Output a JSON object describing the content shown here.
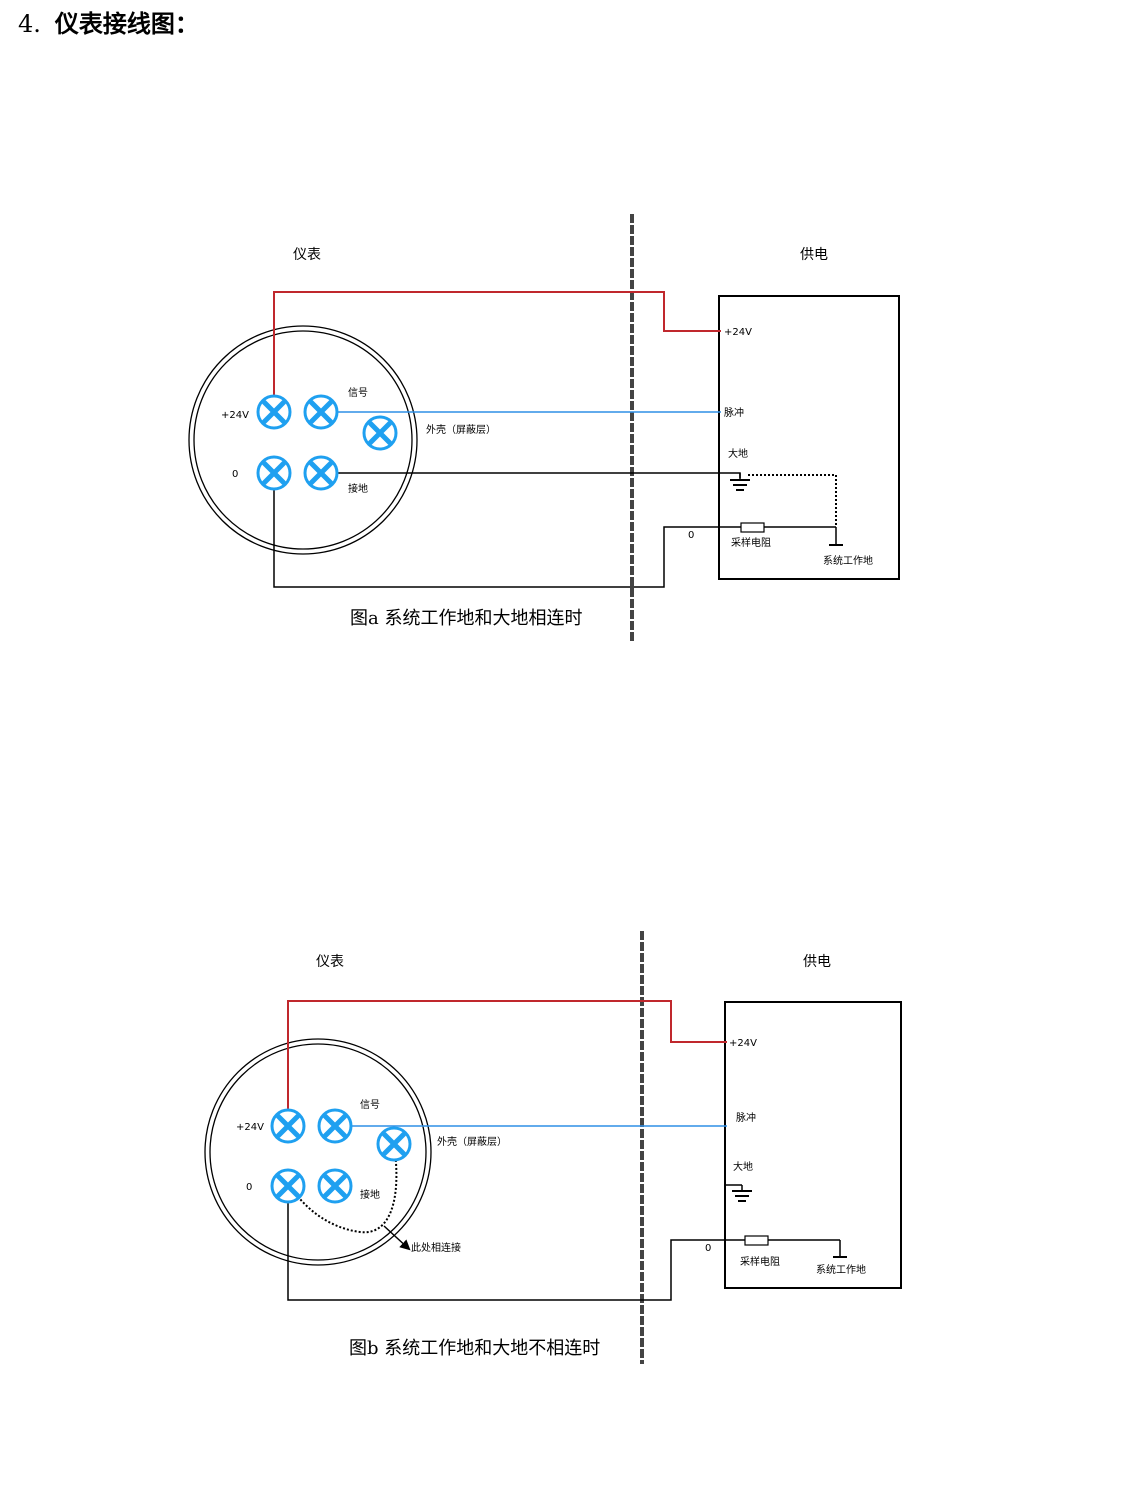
{
  "heading": {
    "number": "4.",
    "text": "仪表接线图："
  },
  "colors": {
    "power_wire": "#c0282d",
    "signal_wire": "#2f8fe6",
    "terminal": "#1fa0f0",
    "wire": "#000000"
  },
  "diagrams": [
    {
      "meter_title": "仪表",
      "supply_title": "供电",
      "meter_labels": {
        "plus24v": "+24V",
        "zero": "0",
        "signal": "信号",
        "shell": "外壳（屏蔽层）",
        "ground": "接地"
      },
      "supply_labels": {
        "plus24v": "+24V",
        "pulse": "脉冲",
        "earth": "大地",
        "zero": "0",
        "resistor": "采样电阻",
        "system_ground": "系统工作地"
      },
      "caption": "图a 系统工作地和大地相连时"
    },
    {
      "meter_title": "仪表",
      "supply_title": "供电",
      "meter_labels": {
        "plus24v": "+24V",
        "zero": "0",
        "signal": "信号",
        "shell": "外壳（屏蔽层）",
        "ground": "接地"
      },
      "supply_labels": {
        "plus24v": "+24V",
        "pulse": "脉冲",
        "earth": "大地",
        "zero": "0",
        "resistor": "采样电阻",
        "system_ground": "系统工作地"
      },
      "note": "此处相连接",
      "caption": "图b 系统工作地和大地不相连时"
    }
  ]
}
